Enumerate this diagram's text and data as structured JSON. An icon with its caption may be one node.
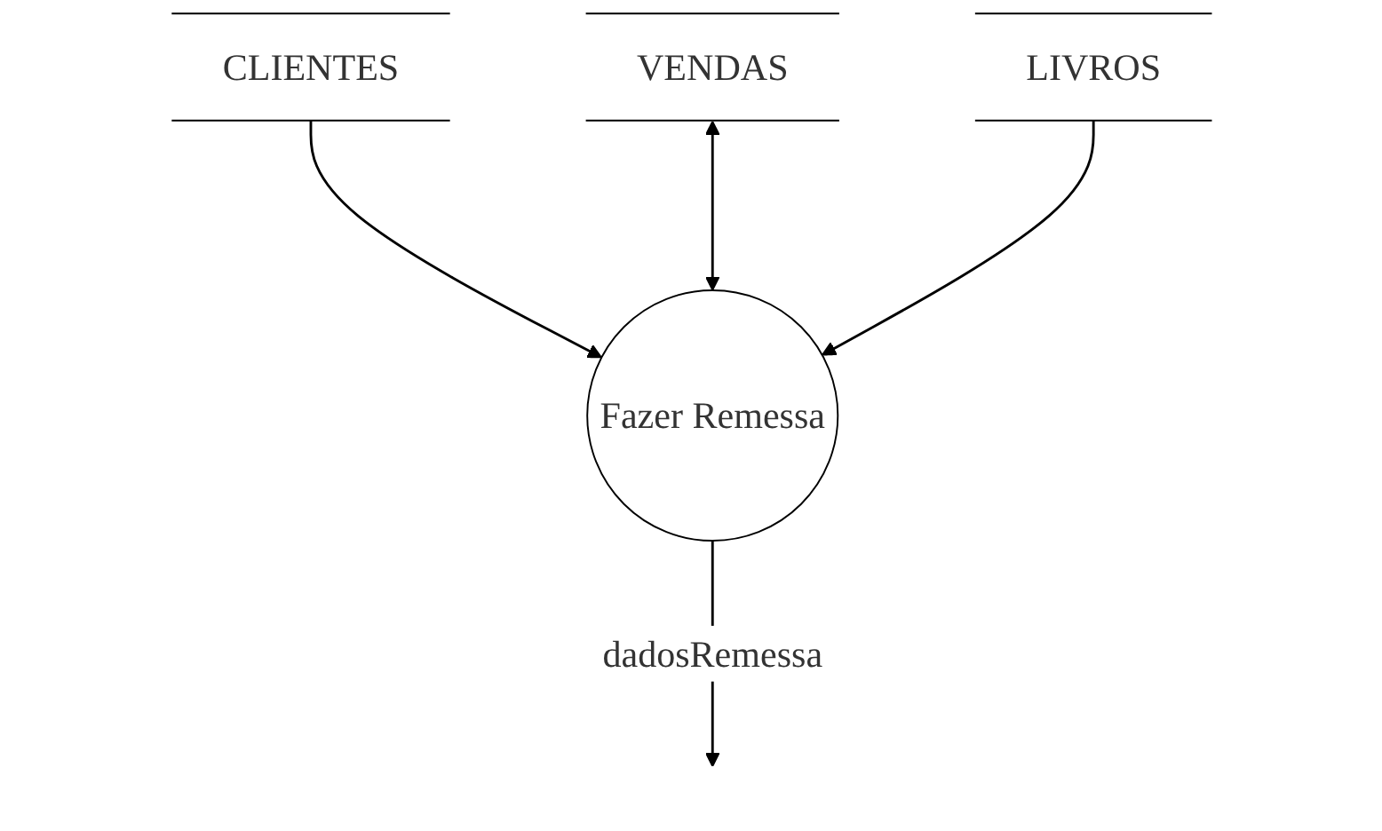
{
  "diagram": {
    "nodes": [
      {
        "text": [
          "CLIENTES"
        ]
      },
      {
        "text": [
          "VENDAS"
        ]
      },
      {
        "text": [
          "LIVROS"
        ]
      },
      {
        "text": [
          "Fazer Remessa"
        ]
      }
    ],
    "edges": [
      {
        "from": 0,
        "to": 3,
        "arrow": "to"
      },
      {
        "from": 1,
        "to": 3,
        "arrow": "both"
      },
      {
        "from": 2,
        "to": 3,
        "arrow": "to"
      },
      {
        "from": 3,
        "to": null,
        "arrow": "to",
        "label": "dadosRemessa"
      }
    ]
  }
}
